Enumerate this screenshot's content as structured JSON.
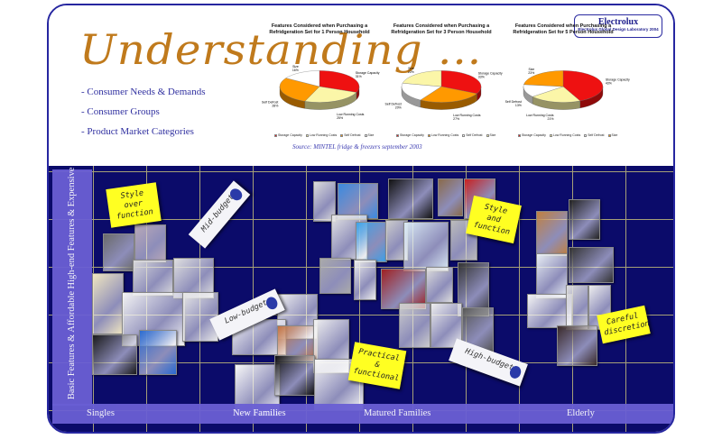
{
  "header": {
    "title": "Understanding ...",
    "bullets": [
      "- Consumer Needs & Demands",
      "- Consumer Groups",
      "- Product  Market Categories"
    ],
    "source": "Source: MINTEL fridge & freezers september 2003"
  },
  "logo": {
    "name": "Electrolux",
    "subtitle": "Electrolux Global Design Laboratory 2004"
  },
  "chart_data": [
    {
      "type": "pie",
      "title": "Features Considered when Purchasing a Refridgeration Set for 1 Person Household",
      "slices": [
        {
          "label": "Storage Capacity",
          "value": 31,
          "color": "#ee1111"
        },
        {
          "label": "Low Running Costs",
          "value": 25,
          "color": "#fbf6a8"
        },
        {
          "label": "Self Defrost",
          "value": 28,
          "color": "#ff9900"
        },
        {
          "label": "Size",
          "value": 16,
          "color": "#ffffff"
        }
      ],
      "legend": "bottom"
    },
    {
      "type": "pie",
      "title": "Features Considered when Purchasing a Refridgeration Set for 3 Person Household",
      "slices": [
        {
          "label": "Storage Capacity",
          "value": 33,
          "color": "#ee1111"
        },
        {
          "label": "Low Running Costs",
          "value": 27,
          "color": "#ff9900"
        },
        {
          "label": "Self Defrost",
          "value": 20,
          "color": "#ffffff"
        },
        {
          "label": "Size",
          "value": 22,
          "color": "#fbf6a8"
        }
      ],
      "legend": "bottom"
    },
    {
      "type": "pie",
      "title": "Features Considered when Purchasing a Refridgeration Set for 5 Person Household",
      "slices": [
        {
          "label": "Storage Capacity",
          "value": 43,
          "color": "#ee1111"
        },
        {
          "label": "Low Running Costs",
          "value": 21,
          "color": "#fbf6a8"
        },
        {
          "label": "Self Defrost",
          "value": 13,
          "color": "#ffffff"
        },
        {
          "label": "Size",
          "value": 23,
          "color": "#ff9900"
        }
      ],
      "legend": "bottom"
    }
  ],
  "matrix": {
    "y_axis": [
      "High-end Features & Expensive",
      "Basic Features & Affordable"
    ],
    "x_axis": [
      "Singles",
      "New Families",
      "Matured Families",
      "Elderly"
    ],
    "notes": [
      "Style over function",
      "Mid-budget",
      "Low-budget",
      "Practical & functional",
      "Style and function",
      "High-budget",
      "Careful discretion"
    ]
  },
  "colors": {
    "navy": "#0b0b6a",
    "band": "#6a5fd4",
    "title": "#c07a1c"
  }
}
